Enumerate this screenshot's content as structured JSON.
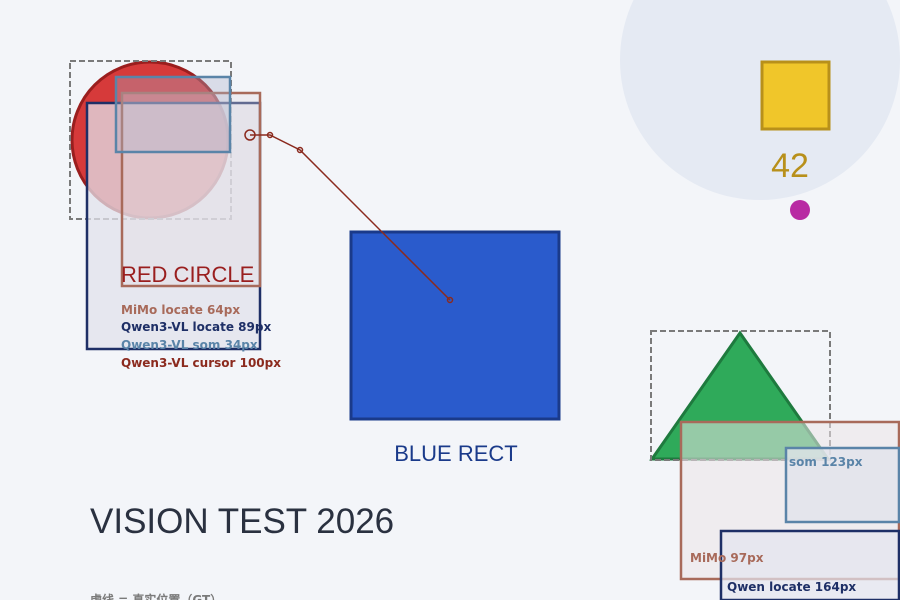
{
  "shapes": {
    "circle_label": "RED CIRCLE",
    "rect_label": "BLUE RECT",
    "counter_value": "42"
  },
  "headline": "VISION TEST 2026",
  "footnote": "虚线 = 真实位置（GT）",
  "predictions": {
    "circle": [
      {
        "label": "MiMo locate 64px",
        "color": "#a86a5a"
      },
      {
        "label": "Qwen3-VL locate 89px",
        "color": "#1e2f66"
      },
      {
        "label": "Qwen3-VL som 34px",
        "color": "#5a84a8"
      },
      {
        "label": "Qwen3-VL cursor 100px",
        "color": "#8b2a1e"
      }
    ],
    "triangle": [
      {
        "label": "som 123px",
        "color": "#5a84a8"
      },
      {
        "label": "MiMo 97px",
        "color": "#a86a5a"
      },
      {
        "label": "Qwen locate 164px",
        "color": "#1e2f66"
      }
    ]
  },
  "colors": {
    "background": "#f3f5f9",
    "halo": "#e5eaf3",
    "red_circle": "#d63a3a",
    "blue_rect": "#2a5bcc",
    "yellow_square": "#f0c62a",
    "green_triangle": "#2faa5a",
    "magenta_dot": "#b82aa3",
    "gt_dashed": "#7a7a7a",
    "headline": "#2a3140"
  }
}
